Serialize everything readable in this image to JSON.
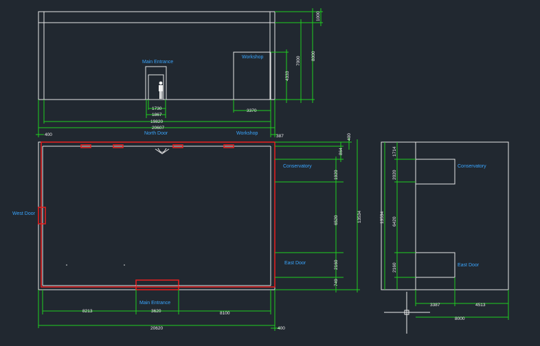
{
  "labels": {
    "main_entrance_elev": "Main Entrance",
    "workshop_elev": "Workshop",
    "north_door": "North Door",
    "workshop_plan": "Workshop",
    "west_door": "West Door",
    "conservatory_plan": "Conservatory",
    "east_door_plan": "East Door",
    "main_entrance_plan": "Main Entrance",
    "conservatory_side": "Conservatory",
    "east_door_side": "East Door"
  },
  "dims": {
    "d1000": "1000",
    "d7000": "7000",
    "d8000": "8000",
    "d4333": "4333",
    "d1730": "1730",
    "d1867": "1867",
    "d3370": "3370",
    "d19820": "19820",
    "d20607": "20607",
    "d400a": "400",
    "d387": "387",
    "d400b": "400",
    "d864": "864",
    "d1920": "1920",
    "d6520": "6520",
    "d13534a": "13534",
    "d2160": "2160",
    "d749": "749",
    "d8213": "8213",
    "d3620": "3620",
    "d8100": "8100",
    "d20620": "20620",
    "d400c": "400",
    "d13534b": "13534",
    "d1714": "1714",
    "d2020": "2020",
    "d6420": "6420",
    "d2160b": "2160",
    "d3387": "3387",
    "d4513": "4513",
    "d8000b": "8000"
  },
  "colors": {
    "background": "#212830",
    "lines": "#e8e8e8",
    "dimensions": "#1fd01f",
    "highlight": "#e02020",
    "labels": "#3aa6ff"
  },
  "icons": {
    "person": "person-figure-icon",
    "ucs": "crosshair-cursor-icon"
  }
}
